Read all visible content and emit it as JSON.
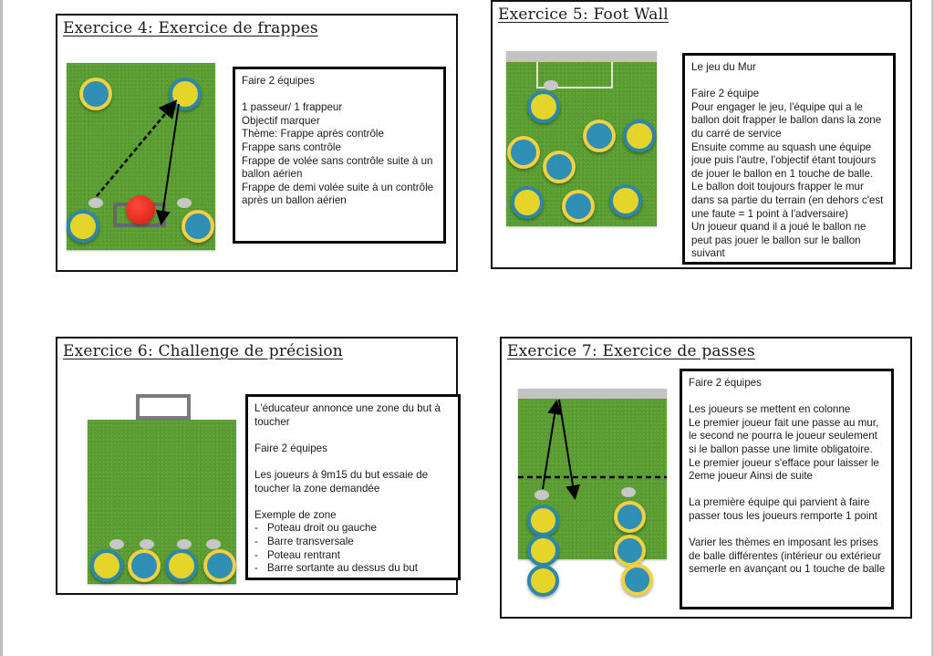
{
  "colors": {
    "grass": "#5a9e32",
    "team_yellow": "#e5d42a",
    "team_blue": "#2f8fb4",
    "ring_blue": "#2f87a8",
    "ring_yellow": "#f0d045",
    "ball_red": "#e02a1e",
    "cone_gray": "#c7c7c7",
    "wall_gray": "#c3c3c3"
  },
  "exercises": [
    {
      "title": "Exercice 4: Exercice de frappes",
      "diagram": {
        "players": [
          "blue",
          "yellow",
          "yellow",
          "blue"
        ],
        "cones": 2,
        "ball": "red-ball",
        "arrows": [
          "dashed-pass",
          "solid-shot"
        ],
        "goal": "small-goal"
      },
      "lines": [
        "Faire 2 équipes",
        "",
        "1 passeur/ 1 frappeur",
        "Objectif marquer",
        "Thème: Frappe après contrôle",
        "Frappe sans contrôle",
        "Frappe de volée sans contrôle suite à un ballon aérien",
        "Frappe de demi volée suite à un contrôle après un ballon aérien"
      ]
    },
    {
      "title": "Exercice 5: Foot Wall",
      "diagram": {
        "players": [
          "yellow",
          "blue",
          "yellow",
          "blue",
          "blue",
          "yellow",
          "blue",
          "yellow"
        ],
        "cones": 1,
        "wall": true,
        "service_zone": true
      },
      "lines": [
        "Le jeu du Mur",
        "",
        "Faire 2 équipe",
        "Pour engager le jeu, l'équipe qui a le ballon doit frapper le ballon dans la zone du carré de service",
        "Ensuite comme au squash une équipe joue puis l'autre, l'objectif étant toujours de jouer le ballon en 1 touche de balle.",
        "Le ballon doit toujours frapper le mur dans sa partie du terrain (en dehors c'est une faute = 1 point à l'adversaire)",
        "Un joueur quand il a joué le ballon ne peut pas jouer le ballon sur le ballon suivant"
      ]
    },
    {
      "title": "Exercice 6: Challenge de précision",
      "diagram": {
        "players": [
          "yellow",
          "blue",
          "yellow",
          "blue"
        ],
        "cones": 4,
        "goal": "goal-frame"
      },
      "lines": [
        "L'éducateur annonce une zone du but à toucher",
        "",
        "Faire 2 équipes",
        "",
        "Les joueurs à 9m15 du but essaie de toucher la zone demandée",
        "",
        "Exemple de zone"
      ],
      "list": [
        "Poteau droit ou gauche",
        "Barre transversale",
        "Poteau rentrant",
        "Barre sortante au dessus du but"
      ],
      "list_marker": "-"
    },
    {
      "title": "Exercice 7: Exercice de passes",
      "diagram": {
        "players": [
          "yellow",
          "yellow",
          "yellow",
          "blue",
          "blue",
          "blue"
        ],
        "cones": 2,
        "wall": true,
        "limit_line": "dashed",
        "arrows": [
          "pass-to-wall",
          "rebound"
        ]
      },
      "lines": [
        "Faire 2 équipes",
        "",
        "Les joueurs se mettent en colonne",
        "Le premier joueur fait une passe au mur, le second ne pourra le joueur seulement si le ballon passe une limite obligatoire.",
        "Le premier joueur s'efface pour laisser le 2eme joueur  Ainsi de suite",
        "",
        "La première équipe qui parvient à faire passer tous les joueurs remporte 1 point",
        "",
        "Varier les thèmes en imposant les prises de balle différentes (intérieur ou extérieur semerle en avançant ou 1 touche de balle"
      ]
    }
  ]
}
